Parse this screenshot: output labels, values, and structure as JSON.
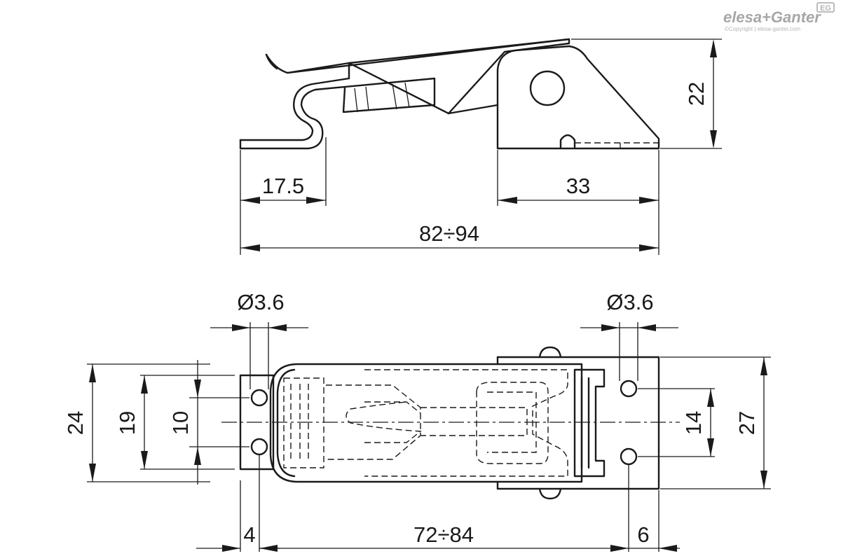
{
  "brand": {
    "logo_text": "elesa+Ganter",
    "badge": "EG",
    "copyright": "©Copyright | elesa-ganter.com"
  },
  "side_view": {
    "dimensions": {
      "height": "22",
      "hook_offset": "17.5",
      "base_length": "33",
      "overall_length": "82÷94"
    }
  },
  "plan_view": {
    "dimensions": {
      "hole_dia_left": "Ø3.6",
      "hole_dia_right": "Ø3.6",
      "width_outer": "24",
      "hole_spacing_left": "19",
      "slot_width": "10",
      "hole_spacing_right": "14",
      "width_base": "27",
      "hook_hole_offset": "4",
      "overall_length": "72÷84",
      "base_hole_offset": "6"
    }
  }
}
